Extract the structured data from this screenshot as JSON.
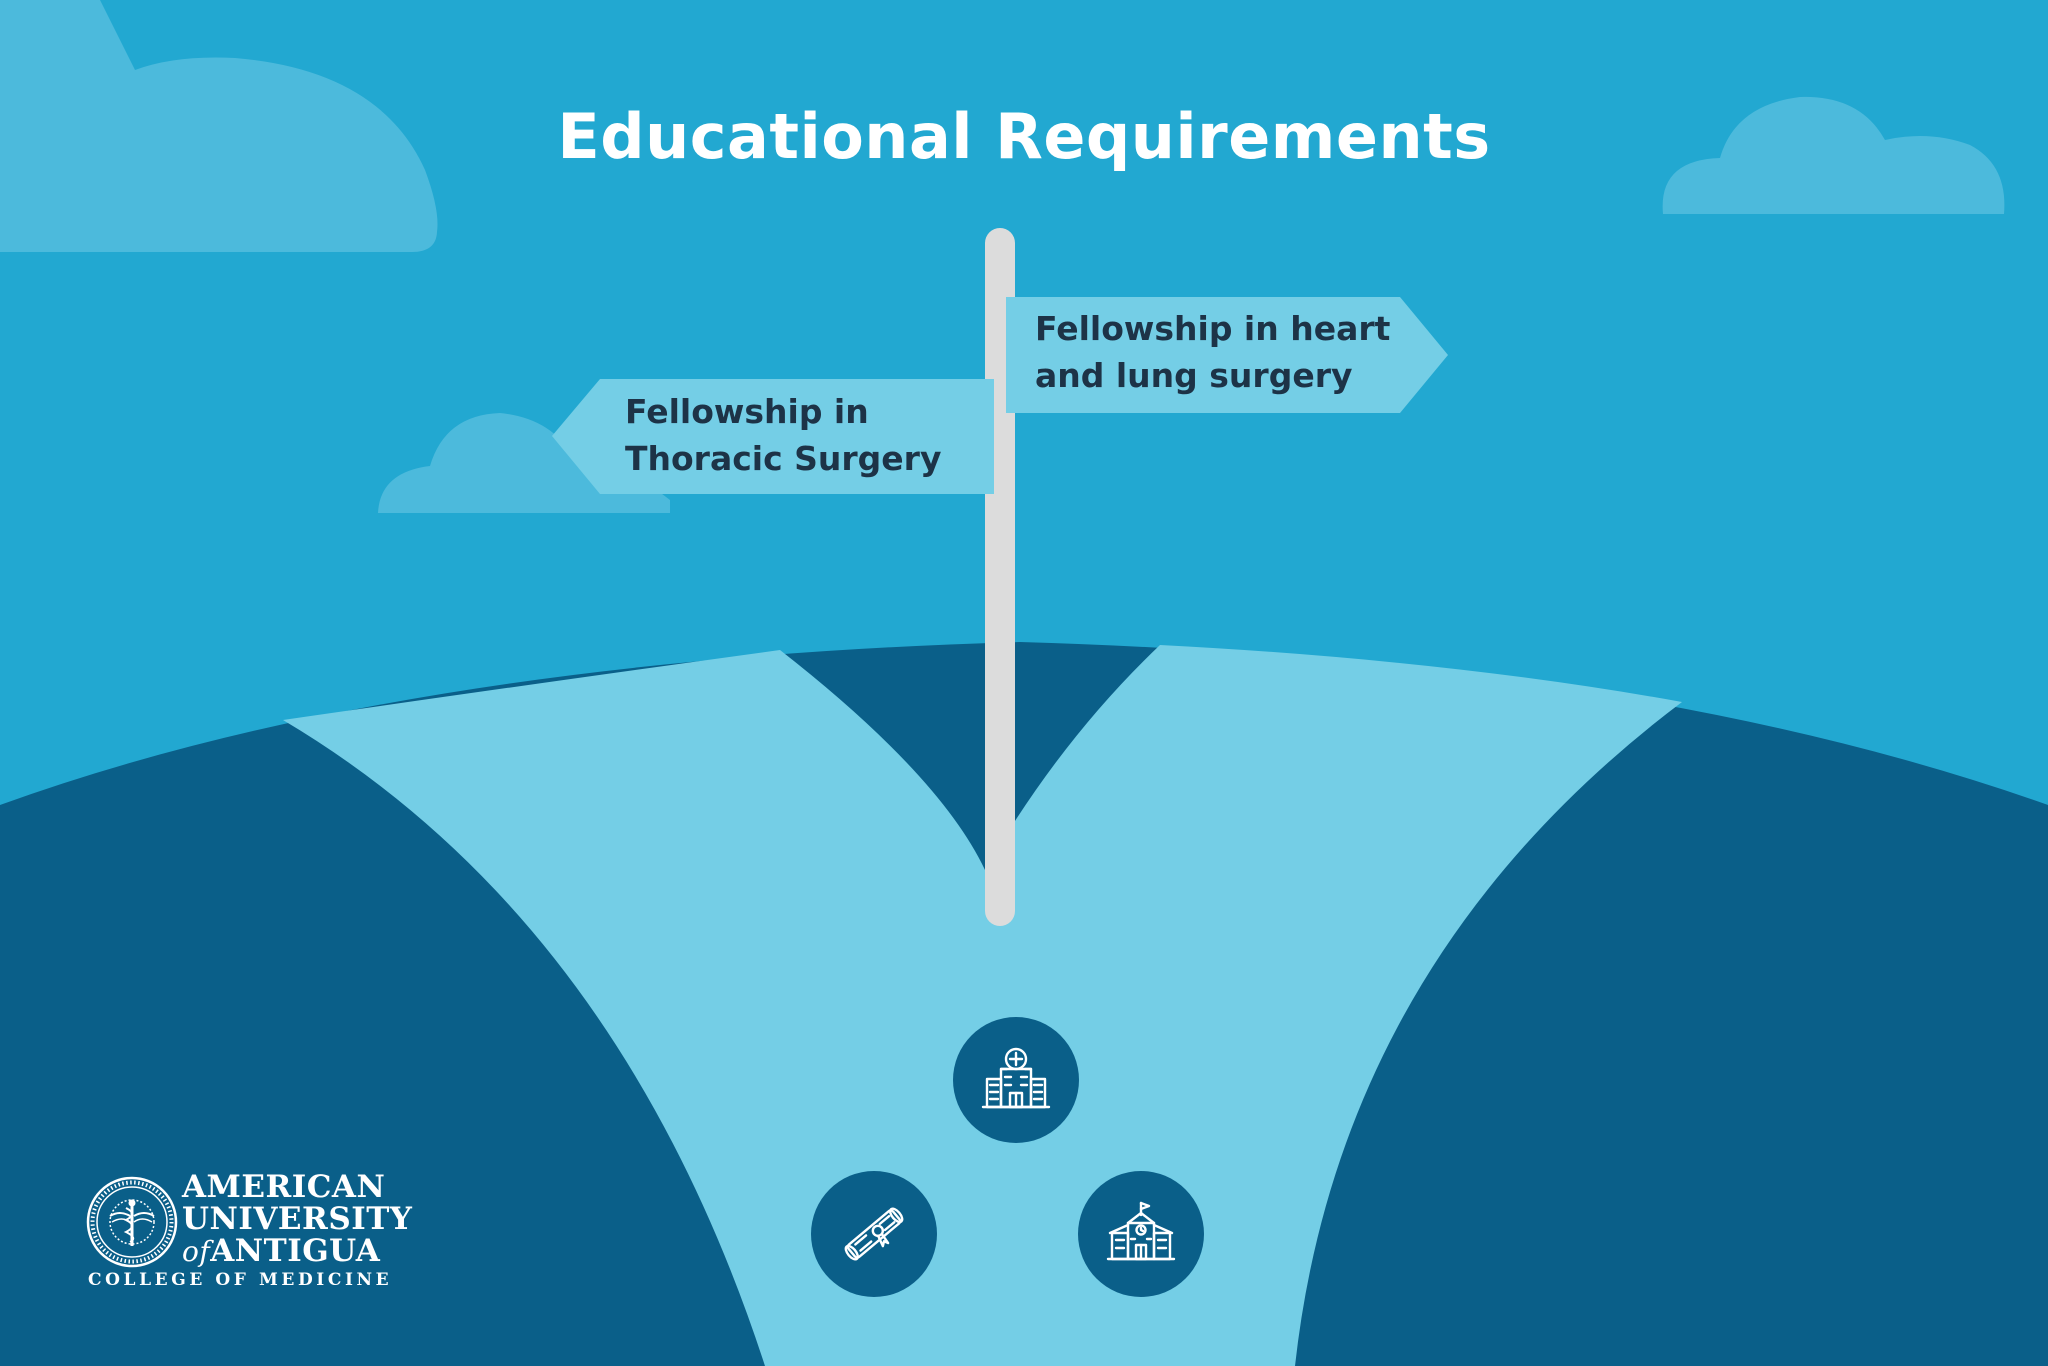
{
  "title": "Educational Requirements",
  "signs": {
    "left": {
      "line1": "Fellowship in",
      "line2": "Thoracic Surgery"
    },
    "right": {
      "line1": "Fellowship in heart",
      "line2": "and lung surgery"
    }
  },
  "icons": {
    "top": "hospital-icon",
    "bottom_left": "diploma-icon",
    "bottom_right": "school-icon"
  },
  "logo": {
    "line1": "AMERICAN",
    "line2": "UNIVERSITY",
    "line3_prefix": "of",
    "line3": "ANTIGUA",
    "line4": "COLLEGE OF MEDICINE"
  },
  "colors": {
    "sky": "#22a8d1",
    "cloud": "#4cbadc",
    "hill": "#0a5f89",
    "path": "#74cee6",
    "pole": "#dcdcdc",
    "sign": "#74cee6",
    "sign_text": "#1d3347",
    "title_text": "#ffffff"
  }
}
